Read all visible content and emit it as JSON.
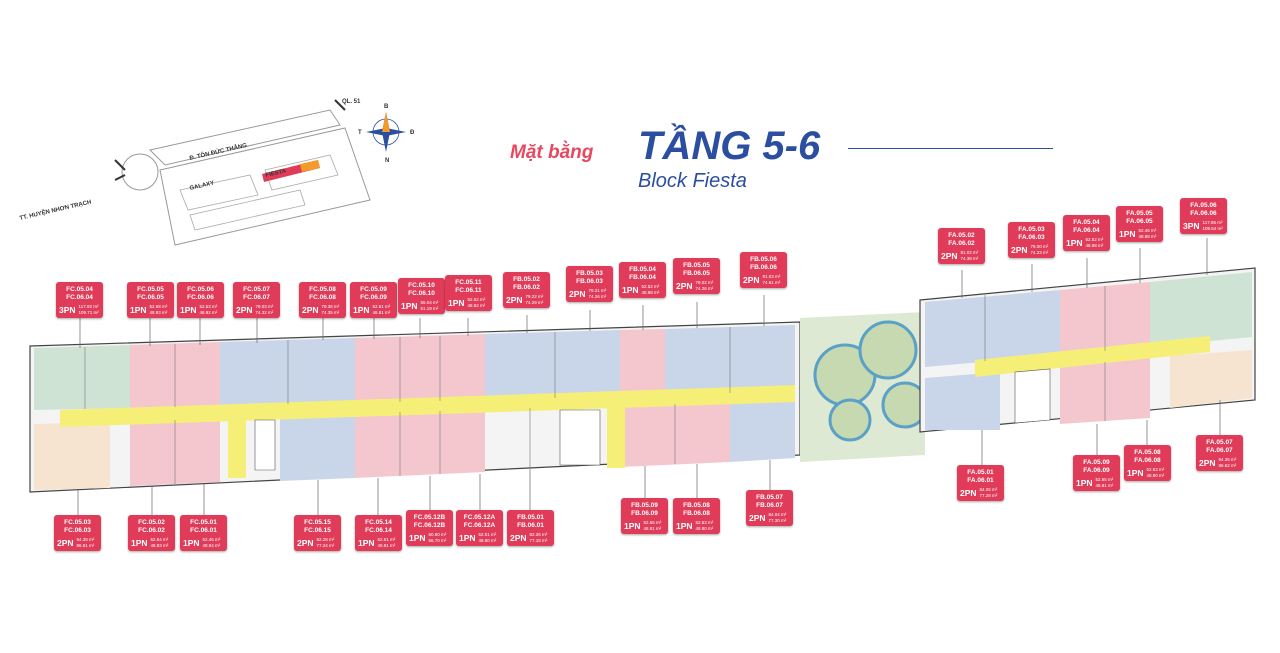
{
  "title": {
    "prefix": "Mặt bằng",
    "main": "TẦNG 5-6",
    "sub": "Block Fiesta"
  },
  "location_map": {
    "road_top": "QL. 51",
    "road_main": "Đ. TÔN ĐỨC THẮNG",
    "area_left": "GALAXY",
    "area_highlight": "FIESTA",
    "road_left": "TT. HUYỆN NHƠN TRẠCH",
    "compass": {
      "north": "B",
      "south": "N",
      "east": "Đ",
      "west": "T"
    }
  },
  "units": [
    {
      "code": "FC.05.04\nFC.06.04",
      "type": "3PN",
      "area": "117.92 m²\n109.71 m²"
    },
    {
      "code": "FC.05.05\nFC.06.05",
      "type": "1PN",
      "area": "52.68 m²\n48.93 m²"
    },
    {
      "code": "FC.05.06\nFC.06.06",
      "type": "1PN",
      "area": "52.53 m²\n48.92 m²"
    },
    {
      "code": "FC.05.07\nFC.06.07",
      "type": "2PN",
      "area": "79.03 m²\n74.32 m²"
    },
    {
      "code": "FC.05.08\nFC.06.08",
      "type": "2PN",
      "area": "79.36 m²\n74.35 m²"
    },
    {
      "code": "FC.05.09\nFC.06.09",
      "type": "1PN",
      "area": "52.51 m²\n48.81 m²"
    },
    {
      "code": "FC.05.10\nFC.06.10",
      "type": "1PN",
      "area": "55.04 m²\n51.19 m²"
    },
    {
      "code": "FC.05.11\nFC.06.11",
      "type": "1PN",
      "area": "52.52 m²\n48.82 m²"
    },
    {
      "code": "FB.05.02\nFB.06.02",
      "type": "2PN",
      "area": "79.22 m²\n74.29 m²"
    },
    {
      "code": "FB.05.03\nFB.06.03",
      "type": "2PN",
      "area": "79.21 m²\n74.26 m²"
    },
    {
      "code": "FB.05.04\nFB.06.04",
      "type": "1PN",
      "area": "52.52 m²\n48.88 m²"
    },
    {
      "code": "FB.05.05\nFB.06.05",
      "type": "2PN",
      "area": "79.02 m²\n74.26 m²"
    },
    {
      "code": "FB.05.06\nFB.06.06",
      "type": "2PN",
      "area": "81.03 m²\n74.61 m²"
    },
    {
      "code": "FA.05.02\nFA.06.02",
      "type": "2PN",
      "area": "81.02 m²\n74.38 m²"
    },
    {
      "code": "FA.05.03\nFA.06.03",
      "type": "2PN",
      "area": "79.00 m²\n74.23 m²"
    },
    {
      "code": "FA.05.04\nFA.06.04",
      "type": "1PN",
      "area": "52.52 m²\n48.88 m²"
    },
    {
      "code": "FA.05.05\nFA.06.05",
      "type": "1PN",
      "area": "52.46 m²\n48.88 m²"
    },
    {
      "code": "FA.05.06\nFA.06.06",
      "type": "3PN",
      "area": "117.86 m²\n109.54 m²"
    },
    {
      "code": "FC.05.03\nFC.06.03",
      "type": "2PN",
      "area": "94.39 m²\n86.81 m²"
    },
    {
      "code": "FC.05.02\nFC.06.02",
      "type": "1PN",
      "area": "52.64 m²\n48.83 m²"
    },
    {
      "code": "FC.05.01\nFC.06.01",
      "type": "1PN",
      "area": "52.46 m²\n48.84 m²"
    },
    {
      "code": "FC.05.15\nFC.06.15",
      "type": "2PN",
      "area": "82.28 m²\n77.24 m²"
    },
    {
      "code": "FC.05.14\nFC.06.14",
      "type": "1PN",
      "area": "52.51 m²\n48.81 m²"
    },
    {
      "code": "FC.05.12B\nFC.06.12B",
      "type": "1PN",
      "area": "60.80 m²\n56.70 m²"
    },
    {
      "code": "FC.05.12A\nFC.06.12A",
      "type": "1PN",
      "area": "52.51 m²\n48.80 m²"
    },
    {
      "code": "FB.05.01\nFB.06.01",
      "type": "2PN",
      "area": "82.26 m²\n77.18 m²"
    },
    {
      "code": "FB.05.09\nFB.06.09",
      "type": "1PN",
      "area": "52.65 m²\n48.81 m²"
    },
    {
      "code": "FB.05.08\nFB.06.08",
      "type": "1PN",
      "area": "52.63 m²\n48.80 m²"
    },
    {
      "code": "FB.05.07\nFB.06.07",
      "type": "2PN",
      "area": "84.04 m²\n77.30 m²"
    },
    {
      "code": "FA.05.01\nFA.06.01",
      "type": "2PN",
      "area": "84.05 m²\n77.28 m²"
    },
    {
      "code": "FA.05.09\nFA.06.09",
      "type": "1PN",
      "area": "52.65 m²\n48.81 m²"
    },
    {
      "code": "FA.05.08\nFA.06.08",
      "type": "1PN",
      "area": "52.63 m²\n48.80 m²"
    },
    {
      "code": "FA.05.07\nFA.06.07",
      "type": "2PN",
      "area": "94.36 m²\n86.62 m²"
    }
  ]
}
